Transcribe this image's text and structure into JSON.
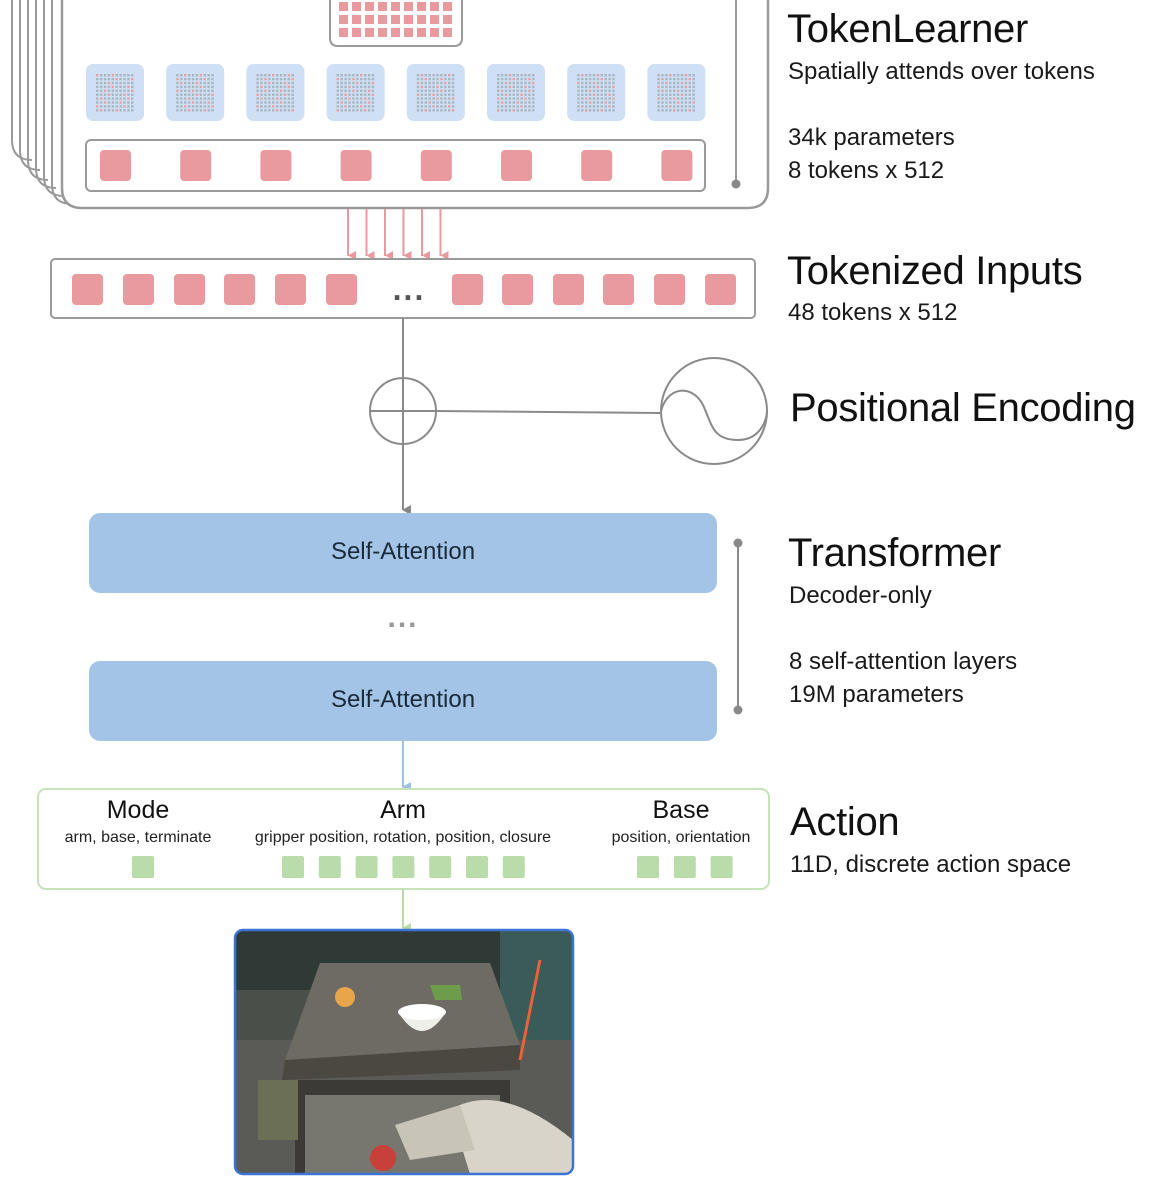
{
  "token_learner": {
    "title": "TokenLearner",
    "subtitle": "Spatially attends over tokens",
    "params": "34k parameters",
    "tokens": "8 tokens x 512",
    "output_token_count": 8
  },
  "tokenized_inputs": {
    "title": "Tokenized Inputs",
    "subtitle": "48 tokens x 512",
    "ellipsis": "..."
  },
  "positional_encoding": {
    "title": "Positional Encoding"
  },
  "transformer": {
    "title": "Transformer",
    "subtitle": "Decoder-only",
    "layers": "8 self-attention layers",
    "params": "19M parameters",
    "block_label_top": "Self-Attention",
    "block_label_bottom": "Self-Attention",
    "ellipsis": "..."
  },
  "action": {
    "title": "Action",
    "subtitle": "11D, discrete action space",
    "groups": [
      {
        "title": "Mode",
        "subtitle": "arm, base, terminate",
        "count": 1
      },
      {
        "title": "Arm",
        "subtitle": "gripper position, rotation, position, closure",
        "count": 7
      },
      {
        "title": "Base",
        "subtitle": "position, orientation",
        "count": 3
      }
    ]
  },
  "colors": {
    "token_red": "#e89a9e",
    "attention_blue": "#a3c4e6",
    "map_blue": "#cfe0f5",
    "action_green": "#b9dcaa",
    "action_border": "#c6e3ba",
    "line_gray": "#8a8a8a",
    "arrow_blue": "#9cc2e6"
  }
}
